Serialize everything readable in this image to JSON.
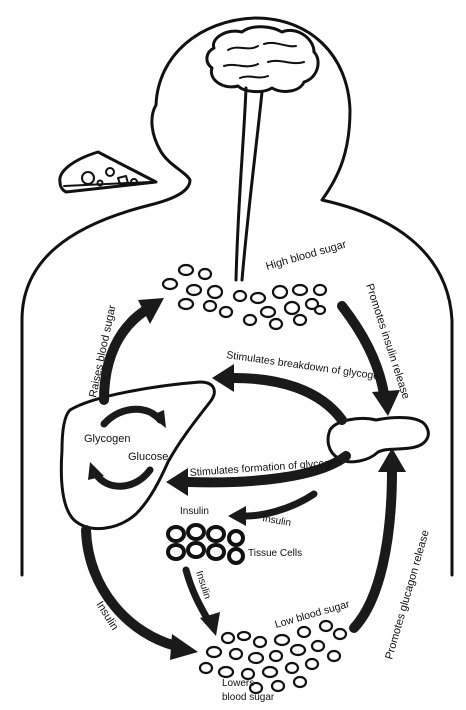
{
  "labels": {
    "high_blood_sugar": "High blood sugar",
    "promotes_insulin_release": "Promotes insulin release",
    "raises_blood_sugar": "Raises blood sugar",
    "stimulates_breakdown": "Stimulates breakdown of glycogen",
    "glycogen": "Glycogen",
    "glucose": "Glucose",
    "stimulates_formation": "Stimulates formation of glycogen",
    "insulin_left": "Insulin",
    "insulin_right": "Insulin",
    "tissue_cells": "Tissue Cells",
    "insulin_tissue": "Insulin",
    "insulin_liver": "Insulin",
    "low_blood_sugar": "Low blood sugar",
    "promotes_glucagon_release": "Promotes glucagon release",
    "lowers_blood_sugar_1": "Lowers",
    "lowers_blood_sugar_2": "blood sugar"
  },
  "colors": {
    "ink": "#111111",
    "arrow": "#1a1a1a",
    "background": "#ffffff"
  },
  "icons": {
    "pizza": "pizza-slice-icon",
    "brain": "brain-icon",
    "liver": "liver-icon",
    "pancreas": "pancreas-icon"
  }
}
